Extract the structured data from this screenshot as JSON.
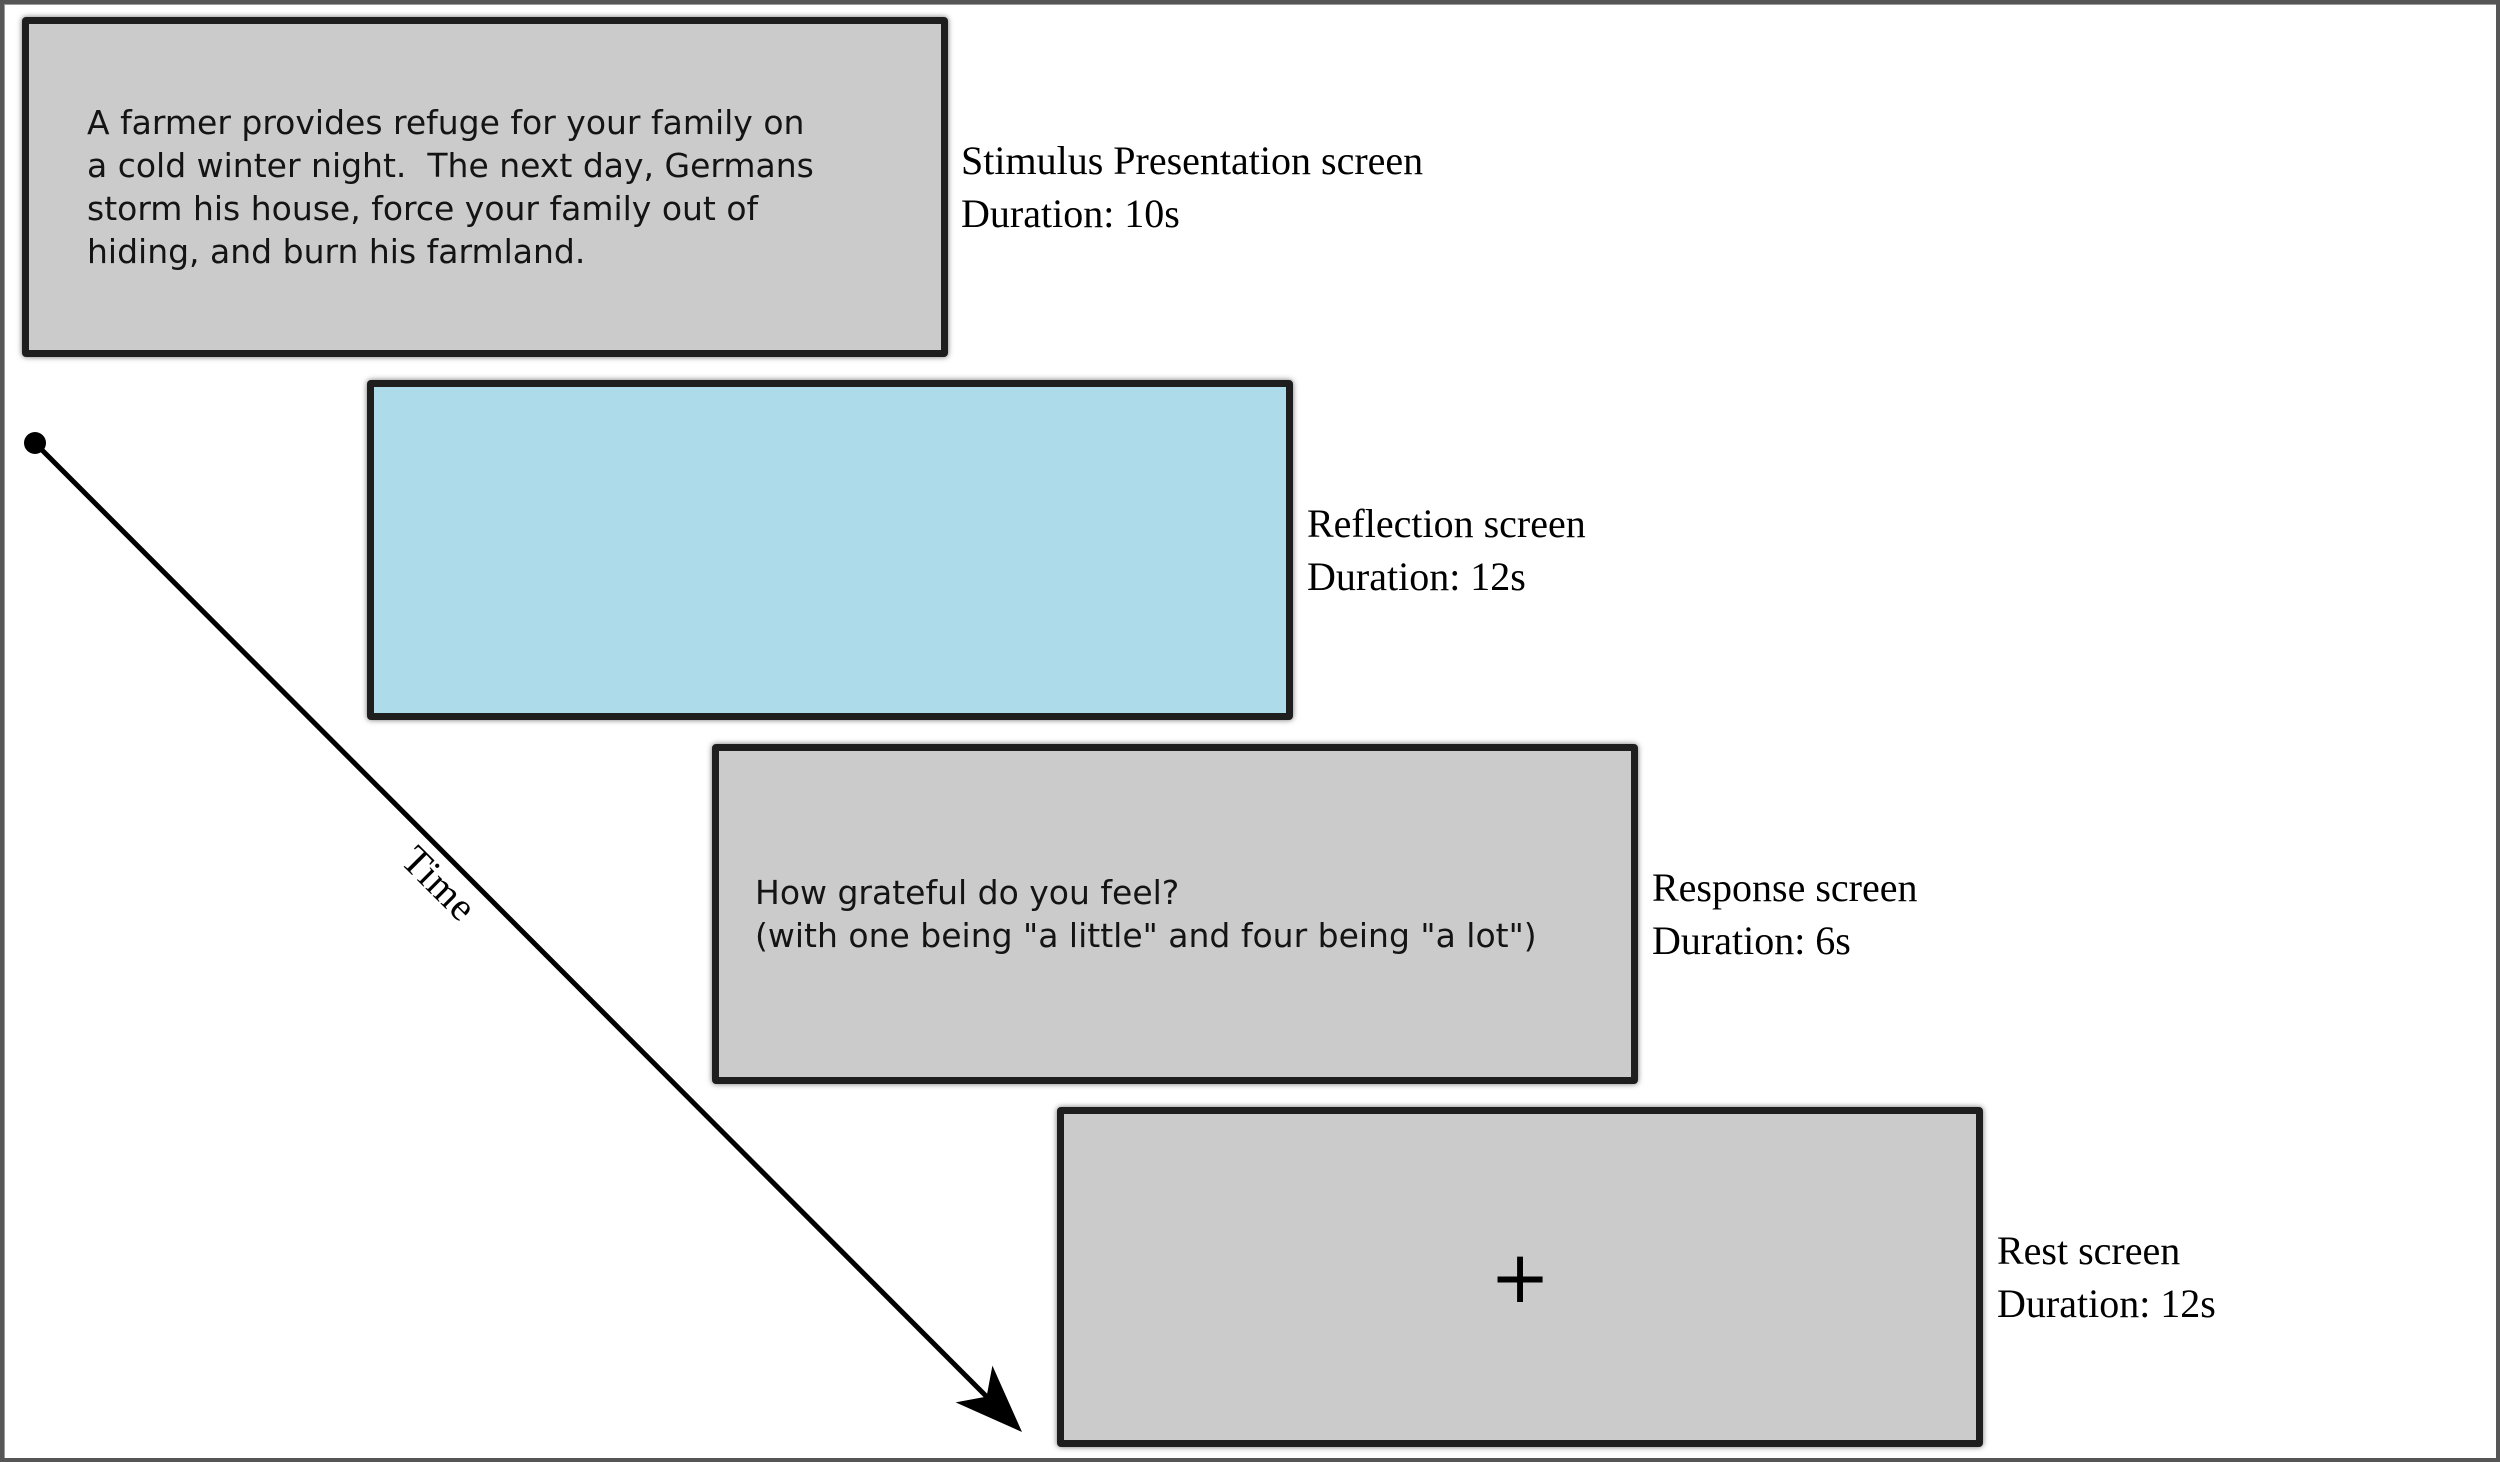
{
  "time_axis": {
    "label": "Time"
  },
  "colors": {
    "screen_gray": "#cbcbcb",
    "screen_blue": "#aedbe9",
    "screen_border": "#1e1e1e",
    "frame_border": "#565656",
    "arrow": "#000000"
  },
  "screens": [
    {
      "id": "stimulus-presentation",
      "content": "A farmer provides refuge for your family on\na cold winter night.  The next day, Germans\nstorm his house, force your family out of\nhiding, and burn his farmland.",
      "label_title": "Stimulus Presentation screen",
      "label_duration": "Duration: 10s",
      "fill": "#cbcbcb"
    },
    {
      "id": "reflection",
      "content": "",
      "label_title": "Reflection screen",
      "label_duration": "Duration: 12s",
      "fill": "#aedbe9"
    },
    {
      "id": "response",
      "content": "How grateful do you feel?\n(with one being \"a little\" and four being \"a lot\")",
      "label_title": "Response screen",
      "label_duration": "Duration: 6s",
      "fill": "#cbcbcb"
    },
    {
      "id": "rest",
      "content": "+",
      "label_title": "Rest screen",
      "label_duration": "Duration: 12s",
      "fill": "#cbcbcb"
    }
  ]
}
